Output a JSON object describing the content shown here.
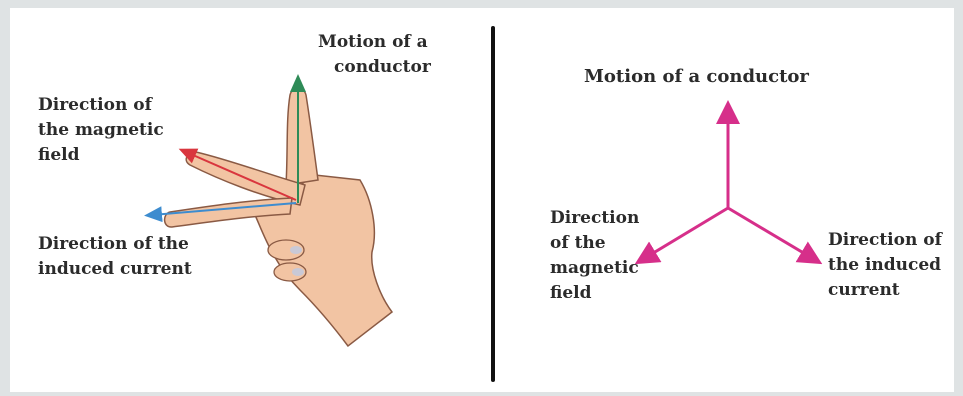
{
  "left_panel": {
    "motion_label": [
      "Motion of a",
      "conductor"
    ],
    "field_label": [
      "Direction of",
      "the magnetic",
      "field"
    ],
    "current_label": [
      "Direction of the",
      "induced current"
    ]
  },
  "right_panel": {
    "motion_label": [
      "Motion of a conductor"
    ],
    "field_label": [
      "Direction",
      "of the",
      "magnetic",
      "field"
    ],
    "current_label": [
      "Direction of",
      "the induced",
      "current"
    ]
  },
  "colors": {
    "motion_arrow": "#2e8b57",
    "field_arrow": "#d9363e",
    "current_arrow": "#3d8ccf",
    "triad_arrow": "#d62f8a",
    "skin": "#f2c4a3",
    "skin_outline": "#8a5a44"
  },
  "icons": {
    "hand": "left-hand-fleming-rule-icon"
  }
}
